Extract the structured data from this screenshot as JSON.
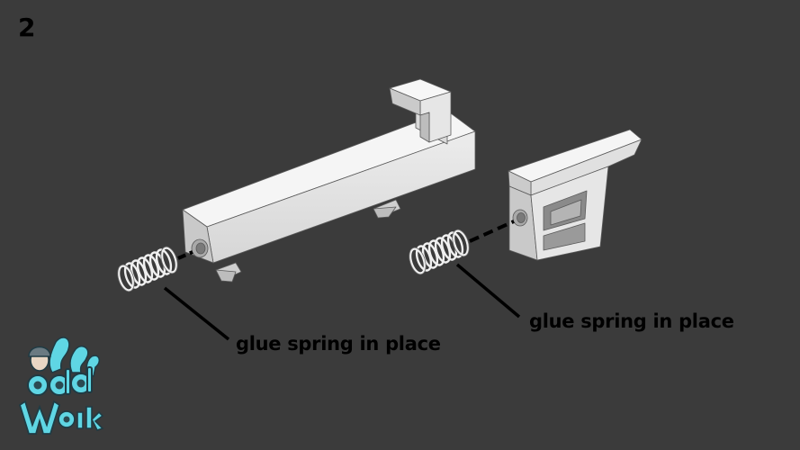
{
  "step_number": "2",
  "callouts": [
    {
      "text": "glue spring in place"
    },
    {
      "text": "glue spring in place"
    }
  ],
  "colors": {
    "background": "#3b3b3b",
    "part_top": "#f4f4f4",
    "part_front": "#e2e2e2",
    "part_side": "#c8c8c8",
    "outline": "#555555",
    "callout_line": "#000000",
    "logo_cyan": "#5fd6e4"
  }
}
